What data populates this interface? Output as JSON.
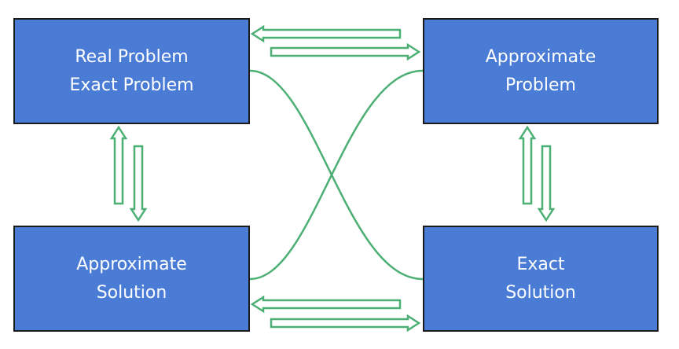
{
  "boxes": {
    "top_left": {
      "line1": "Real Problem",
      "line2": "Exact Problem"
    },
    "top_right": {
      "line1": "Approximate",
      "line2": "Problem"
    },
    "bottom_left": {
      "line1": "Approximate",
      "line2": "Solution"
    },
    "bottom_right": {
      "line1": "Exact",
      "line2": "Solution"
    }
  },
  "colors": {
    "box_fill": "#4a7cd6",
    "box_border": "#1a1a1a",
    "box_text": "#ffffff",
    "connector": "#4caf73"
  }
}
